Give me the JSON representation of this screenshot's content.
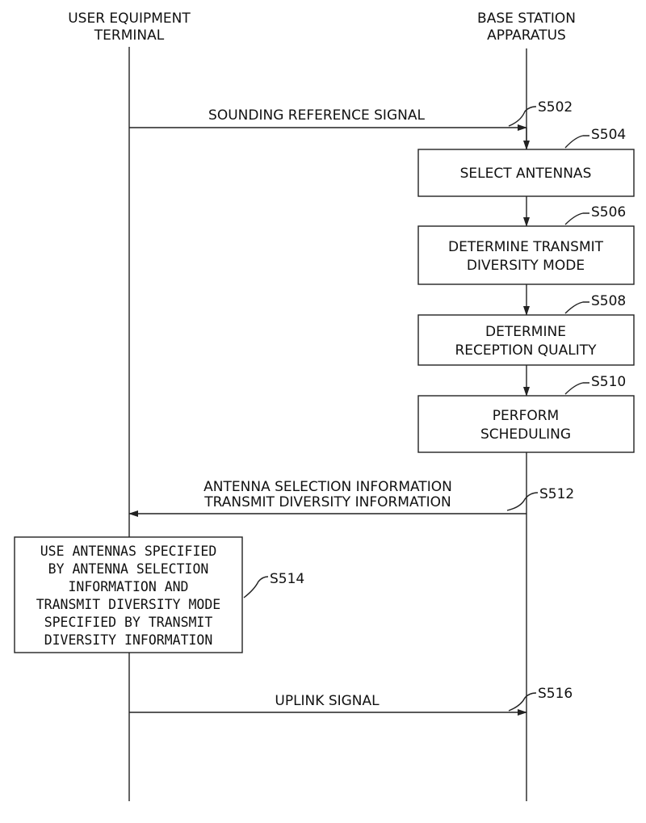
{
  "actors": {
    "left": {
      "line1": "USER EQUIPMENT",
      "line2": "TERMINAL"
    },
    "right": {
      "line1": "BASE STATION",
      "line2": "APPARATUS"
    }
  },
  "messages": {
    "srs": {
      "label": "SOUNDING REFERENCE SIGNAL",
      "step": "S502"
    },
    "info": {
      "line1": "ANTENNA SELECTION INFORMATION",
      "line2": "TRANSMIT DIVERSITY INFORMATION",
      "step": "S512"
    },
    "uplink": {
      "label": "UPLINK SIGNAL",
      "step": "S516"
    }
  },
  "steps": {
    "s504": {
      "step": "S504",
      "line1": "SELECT ANTENNAS"
    },
    "s506": {
      "step": "S506",
      "line1": "DETERMINE TRANSMIT",
      "line2": "DIVERSITY MODE"
    },
    "s508": {
      "step": "S508",
      "line1": "DETERMINE",
      "line2": "RECEPTION QUALITY"
    },
    "s510": {
      "step": "S510",
      "line1": "PERFORM",
      "line2": "SCHEDULING"
    },
    "s514": {
      "step": "S514",
      "lines": [
        "USE ANTENNAS SPECIFIED",
        "BY ANTENNA SELECTION",
        "INFORMATION AND",
        "TRANSMIT DIVERSITY MODE",
        "SPECIFIED BY TRANSMIT",
        "DIVERSITY INFORMATION"
      ]
    }
  }
}
